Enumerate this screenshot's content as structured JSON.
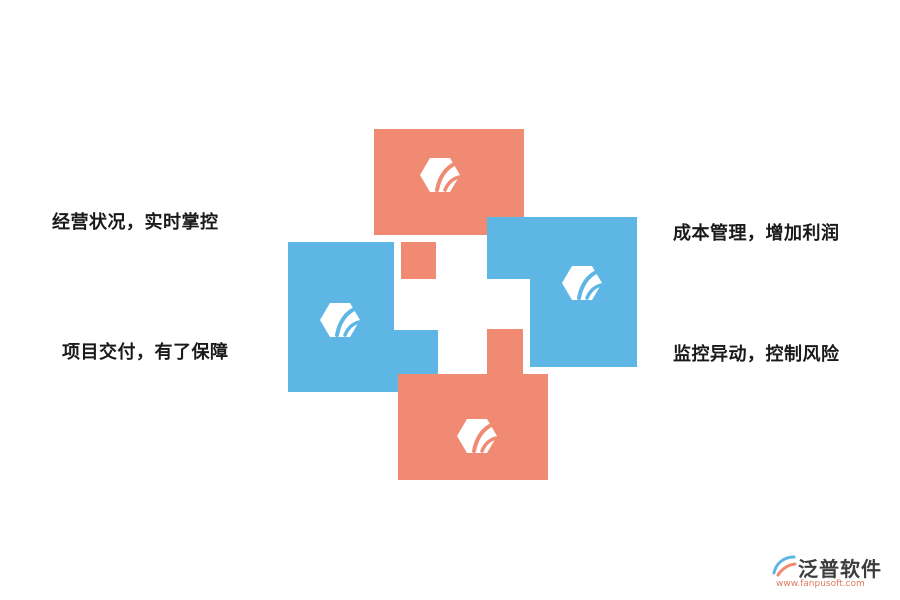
{
  "labels": {
    "top_left": "经营状况，实时掌控",
    "bottom_left": "项目交付，有了保障",
    "top_right": "成本管理，增加利润",
    "bottom_right": "监控异动，控制风险"
  },
  "colors": {
    "coral": "#f08a72",
    "blue": "#5db6e4"
  },
  "icons": {
    "quadrant_logo": "fanpu-hexagon-logo-icon"
  },
  "watermark": {
    "brand": "泛普软件",
    "url": "www.fanpusoft.com"
  }
}
